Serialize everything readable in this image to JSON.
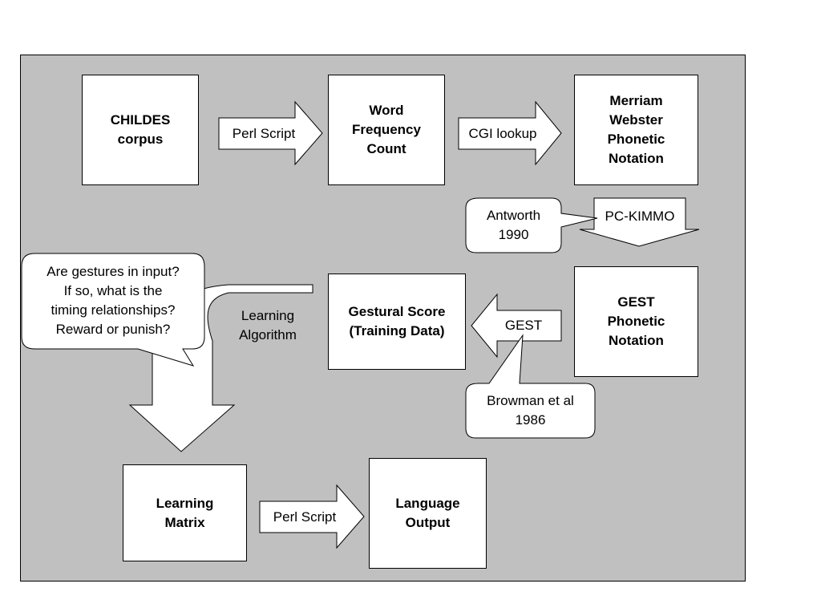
{
  "boxes": {
    "childes": "CHILDES\ncorpus",
    "word_freq": "Word\nFrequency\nCount",
    "merriam": "Merriam\nWebster\nPhonetic\nNotation",
    "gestural": "Gestural Score\n(Training Data)",
    "gest_phonetic": "GEST\nPhonetic\nNotation",
    "learning_matrix": "Learning\nMatrix",
    "language_output": "Language\nOutput"
  },
  "arrows": {
    "perl_script_1": "Perl Script",
    "cgi_lookup": "CGI lookup",
    "pc_kimmo": "PC-KIMMO",
    "gest": "GEST",
    "learning_algorithm": "Learning\nAlgorithm",
    "perl_script_2": "Perl Script"
  },
  "callouts": {
    "antworth": "Antworth\n1990",
    "browman": "Browman et al\n1986",
    "gestures_question": "Are gestures in input?\nIf so, what is the\ntiming relationships?\nReward or punish?"
  }
}
